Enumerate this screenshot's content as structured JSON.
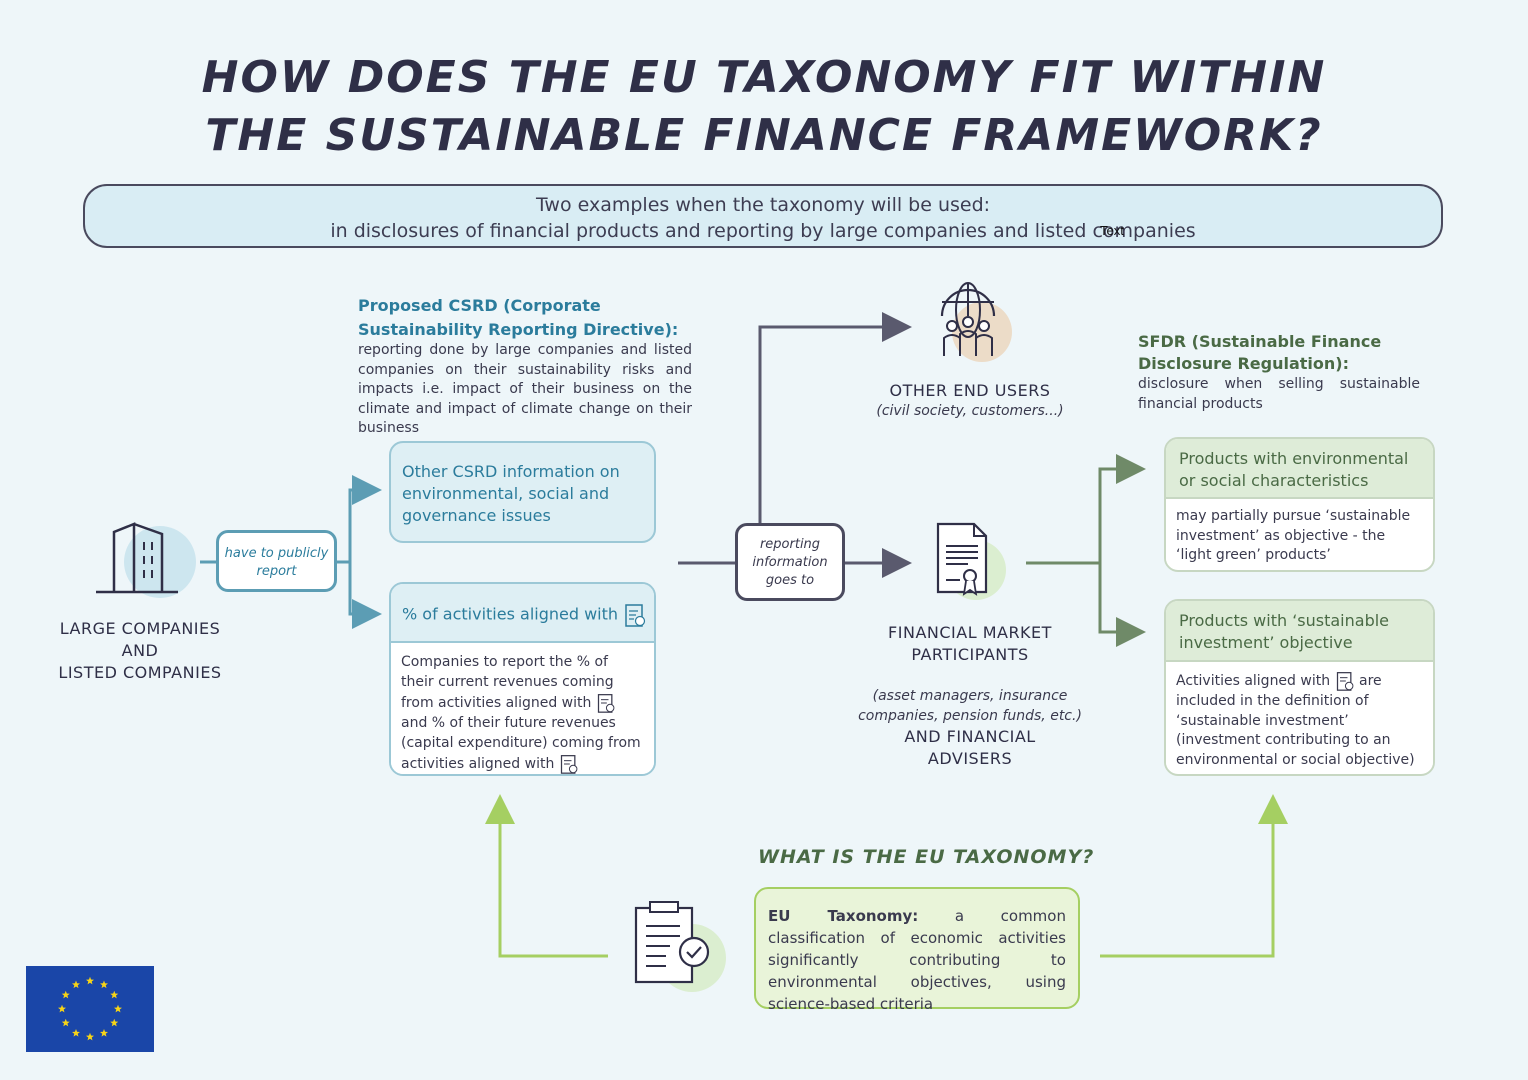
{
  "title": {
    "line1": "HOW DOES THE EU TAXONOMY FIT WITHIN",
    "line2": "THE SUSTAINABLE FINANCE FRAMEWORK?"
  },
  "banner": {
    "line1": "Two examples when the taxonomy will be used:",
    "line2": "in disclosures of financial products and reporting by large companies and listed companies",
    "overlay": "Text"
  },
  "companies": {
    "label_line1": "LARGE COMPANIES",
    "label_line2": "AND",
    "label_line3": "LISTED COMPANIES",
    "connector": "have to publicly report"
  },
  "csrd": {
    "heading": "Proposed CSRD (Corporate Sustainability Reporting Directive):",
    "description": "reporting done by large companies and listed companies on their sustainability risks and impacts i.e. impact of their business on the climate and impact of climate change on their business",
    "other_info": "Other CSRD information on environmental, social and governance issues",
    "aligned_title": "% of activities aligned with",
    "aligned_body_1": "Companies to report the % of their current revenues coming from activities aligned with",
    "aligned_body_2": "and % of their future revenues (capital expenditure) coming from activities aligned with"
  },
  "center": {
    "reporting_connector": "reporting information goes to",
    "other_users_title": "OTHER END USERS",
    "other_users_sub": "(civil society, customers...)",
    "fmp_title": "FINANCIAL MARKET PARTICIPANTS",
    "fmp_sub": "(asset managers, insurance companies, pension funds, etc.)",
    "fmp_title2": "AND FINANCIAL ADVISERS"
  },
  "sfdr": {
    "heading": "SFDR (Sustainable Finance Disclosure Regulation):",
    "description": "disclosure when selling sustainable financial products",
    "box1_title": "Products with environmental or social characteristics",
    "box1_body": "may partially pursue ‘sustainable investment’ as objective - the ‘light green’ products’",
    "box2_title": "Products with ‘sustainable investment’ objective",
    "box2_body_1": "Activities aligned with",
    "box2_body_2": "are included in the definition of ‘sustainable investment’ (investment contributing to an environmental or social objective)"
  },
  "taxonomy": {
    "question": "WHAT IS THE EU TAXONOMY?",
    "term": "EU Taxonomy:",
    "definition": "a common classification of economic activities significantly contributing to environmental objectives, using science-based criteria"
  },
  "colors": {
    "navy": "#2f2f47",
    "teal": "#2b7c9c",
    "light_blue": "#deeff4",
    "green_dark": "#4a6a45",
    "green_light": "#a5cf62",
    "eu_blue": "#1a46a8",
    "eu_yellow": "#f7d417"
  },
  "icons": [
    "building-icon",
    "globe-people-icon",
    "certificate-document-icon",
    "clipboard-check-icon",
    "eu-flag"
  ]
}
